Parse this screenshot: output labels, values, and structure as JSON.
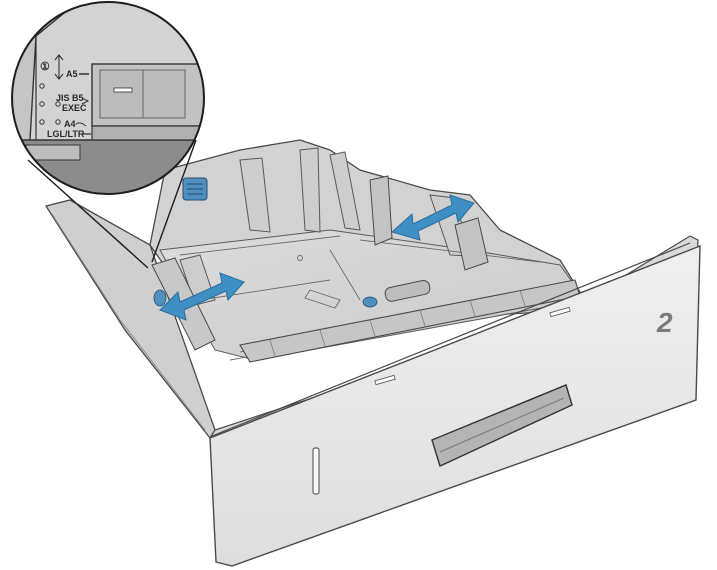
{
  "tray": {
    "number": "2"
  },
  "zoom": {
    "circle_marker": "①",
    "labels": {
      "a5": "A5",
      "jis_b5": "JIS B5",
      "exec": "EXEC",
      "a4": "A4",
      "lgl_ltr": "LGL/LTR"
    }
  },
  "colors": {
    "arrow": "#3e8fc4",
    "arrow_dark": "#2a6f9e",
    "tray_body": "#d6d6d6",
    "tray_front": "#e9e9e9",
    "outline": "#4a4a4a",
    "blue_clip": "#4f8fc0"
  },
  "icons": {
    "width_arrow_left": "double-arrow-icon",
    "width_arrow_right": "double-arrow-icon",
    "zoom": "magnifier-callout"
  }
}
